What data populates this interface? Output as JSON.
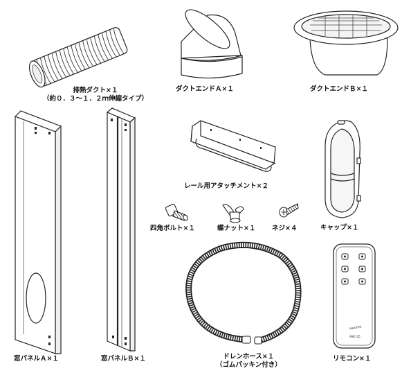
{
  "parts": {
    "exhaust_duct": {
      "label": "排熱ダクト×１",
      "sub": "（約０．３～１．２ｍ伸縮タイプ）"
    },
    "duct_end_a": {
      "label": "ダクトエンドＡ×１"
    },
    "duct_end_b": {
      "label": "ダクトエンドＢ×１"
    },
    "rail_attachment": {
      "label": "レール用アタッチメント×２"
    },
    "square_bolt": {
      "label": "四角ボルト×１"
    },
    "wing_nut": {
      "label": "蝶ナット×１"
    },
    "screw": {
      "label": "ネジ×４"
    },
    "cap": {
      "label": "キャップ×１"
    },
    "window_panel_a": {
      "label": "窓パネルＡ×１"
    },
    "window_panel_b": {
      "label": "窓パネルＢ×１"
    },
    "drain_hose": {
      "label": "ドレンホース×１",
      "sub": "（ゴムパッキン付き）"
    },
    "remote": {
      "label": "リモコン×１",
      "brand": "MAXTOR",
      "model": "MAC-25"
    }
  }
}
